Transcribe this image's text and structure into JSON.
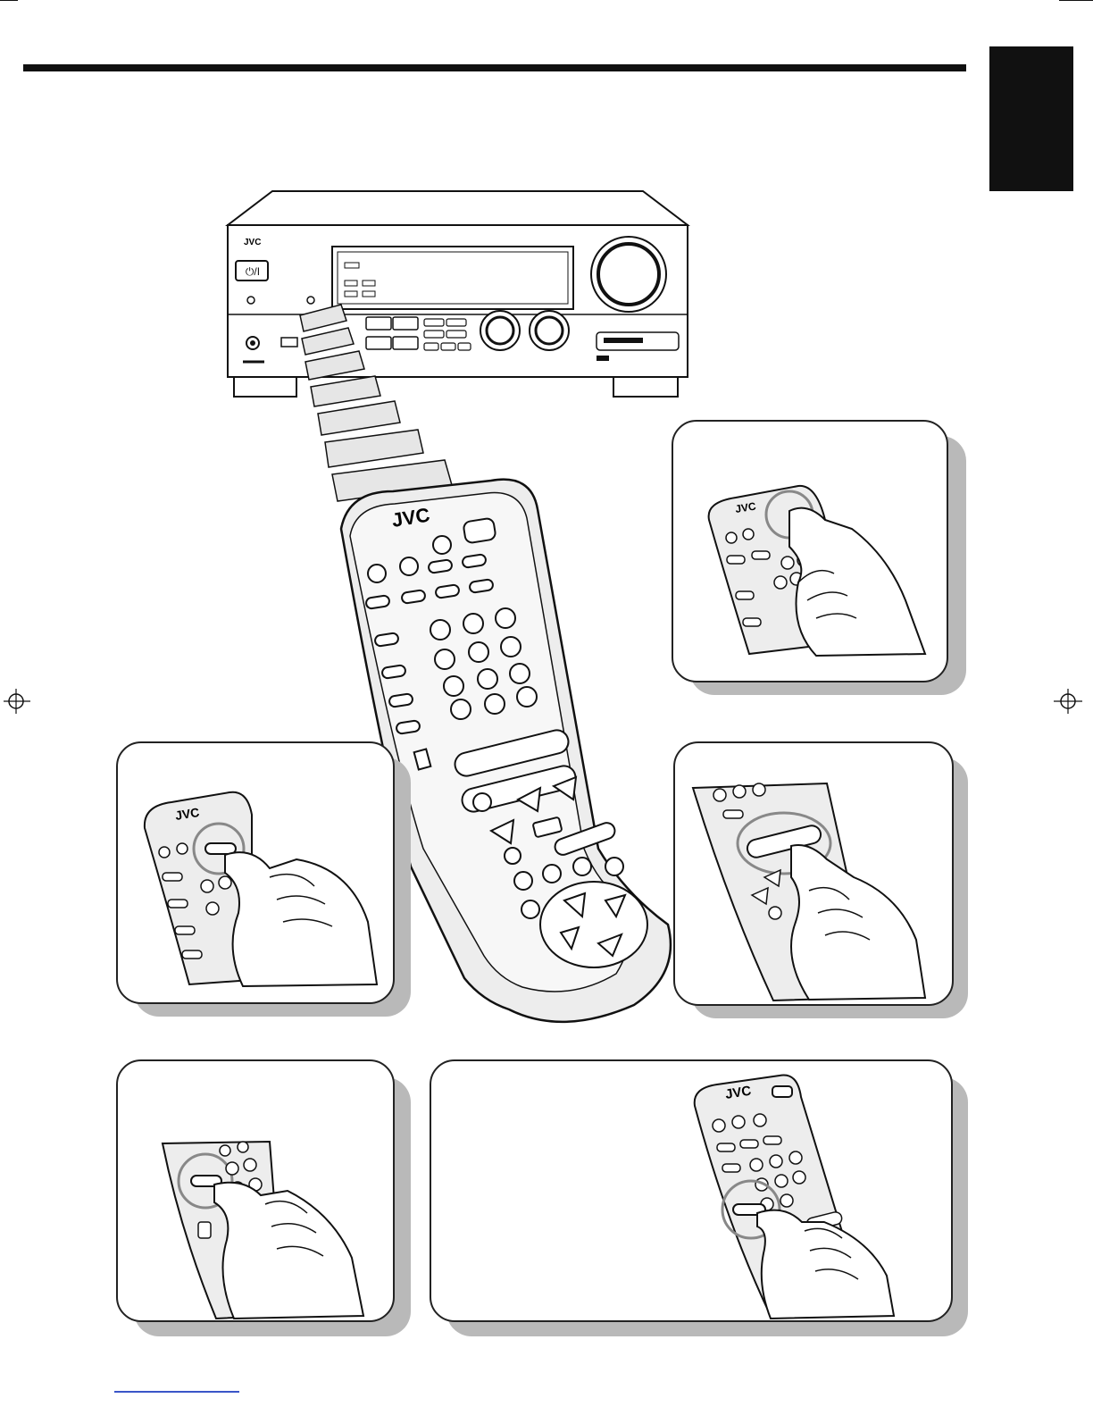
{
  "receiver": {
    "brand": "JVC",
    "power_label": "⏻/I"
  },
  "remote": {
    "brand": "JVC"
  },
  "panels": [
    {
      "id": "top-right",
      "brand": "JVC"
    },
    {
      "id": "middle-left",
      "brand": "JVC"
    },
    {
      "id": "middle-right",
      "brand": ""
    },
    {
      "id": "bottom-left",
      "brand": ""
    },
    {
      "id": "bottom-right",
      "brand": "JVC"
    }
  ],
  "colors": {
    "ink": "#111111",
    "panel_shadow": "#b9b9b9",
    "remote_gray": "#e3e3e3",
    "link_blue": "#3a55c8"
  }
}
